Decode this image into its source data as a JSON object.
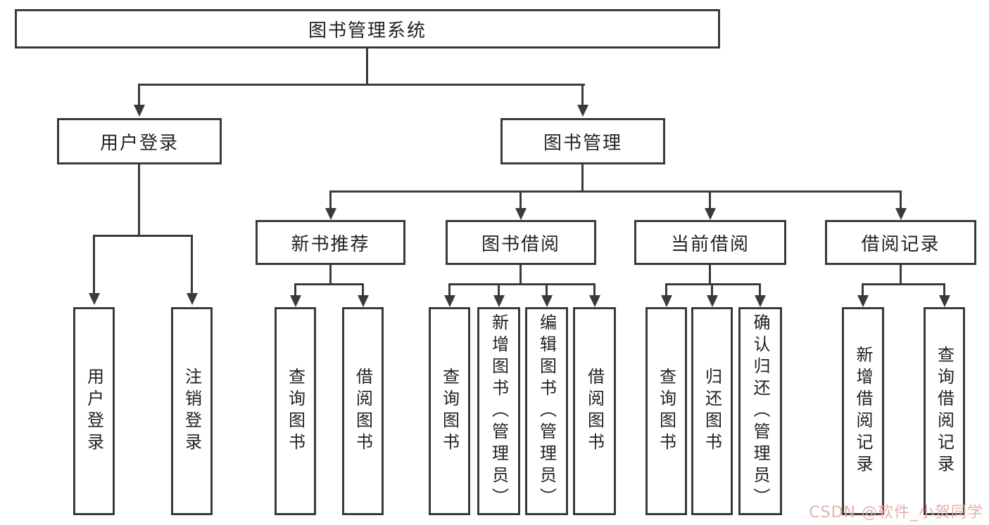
{
  "diagram": {
    "title_node": {
      "label": "图书管理系统"
    },
    "level2": [
      {
        "label": "用户登录"
      },
      {
        "label": "图书管理"
      }
    ],
    "level3": [
      {
        "label": "新书推荐"
      },
      {
        "label": "图书借阅"
      },
      {
        "label": "当前借阅"
      },
      {
        "label": "借阅记录"
      }
    ],
    "leaves": {
      "user_login": [
        {
          "label": "用户登录"
        },
        {
          "label": "注销登录"
        }
      ],
      "new_book": [
        {
          "label": "查询图书"
        },
        {
          "label": "借阅图书"
        }
      ],
      "book_borrow": [
        {
          "label": "查询图书"
        },
        {
          "label": "新增图书（管理员）"
        },
        {
          "label": "编辑图书（管理员）"
        },
        {
          "label": "借阅图书"
        }
      ],
      "current_borrow": [
        {
          "label": "查询图书"
        },
        {
          "label": "归还图书"
        },
        {
          "label": "确认归还（管理员）"
        }
      ],
      "borrow_records": [
        {
          "label": "新增借阅记录"
        },
        {
          "label": "查询借阅记录"
        }
      ]
    },
    "colors": {
      "line": "#3a3a3a",
      "text": "#222222",
      "watermark": "#e2adaa"
    }
  },
  "watermark": {
    "text": "CSDN @软件_小贺同学"
  }
}
